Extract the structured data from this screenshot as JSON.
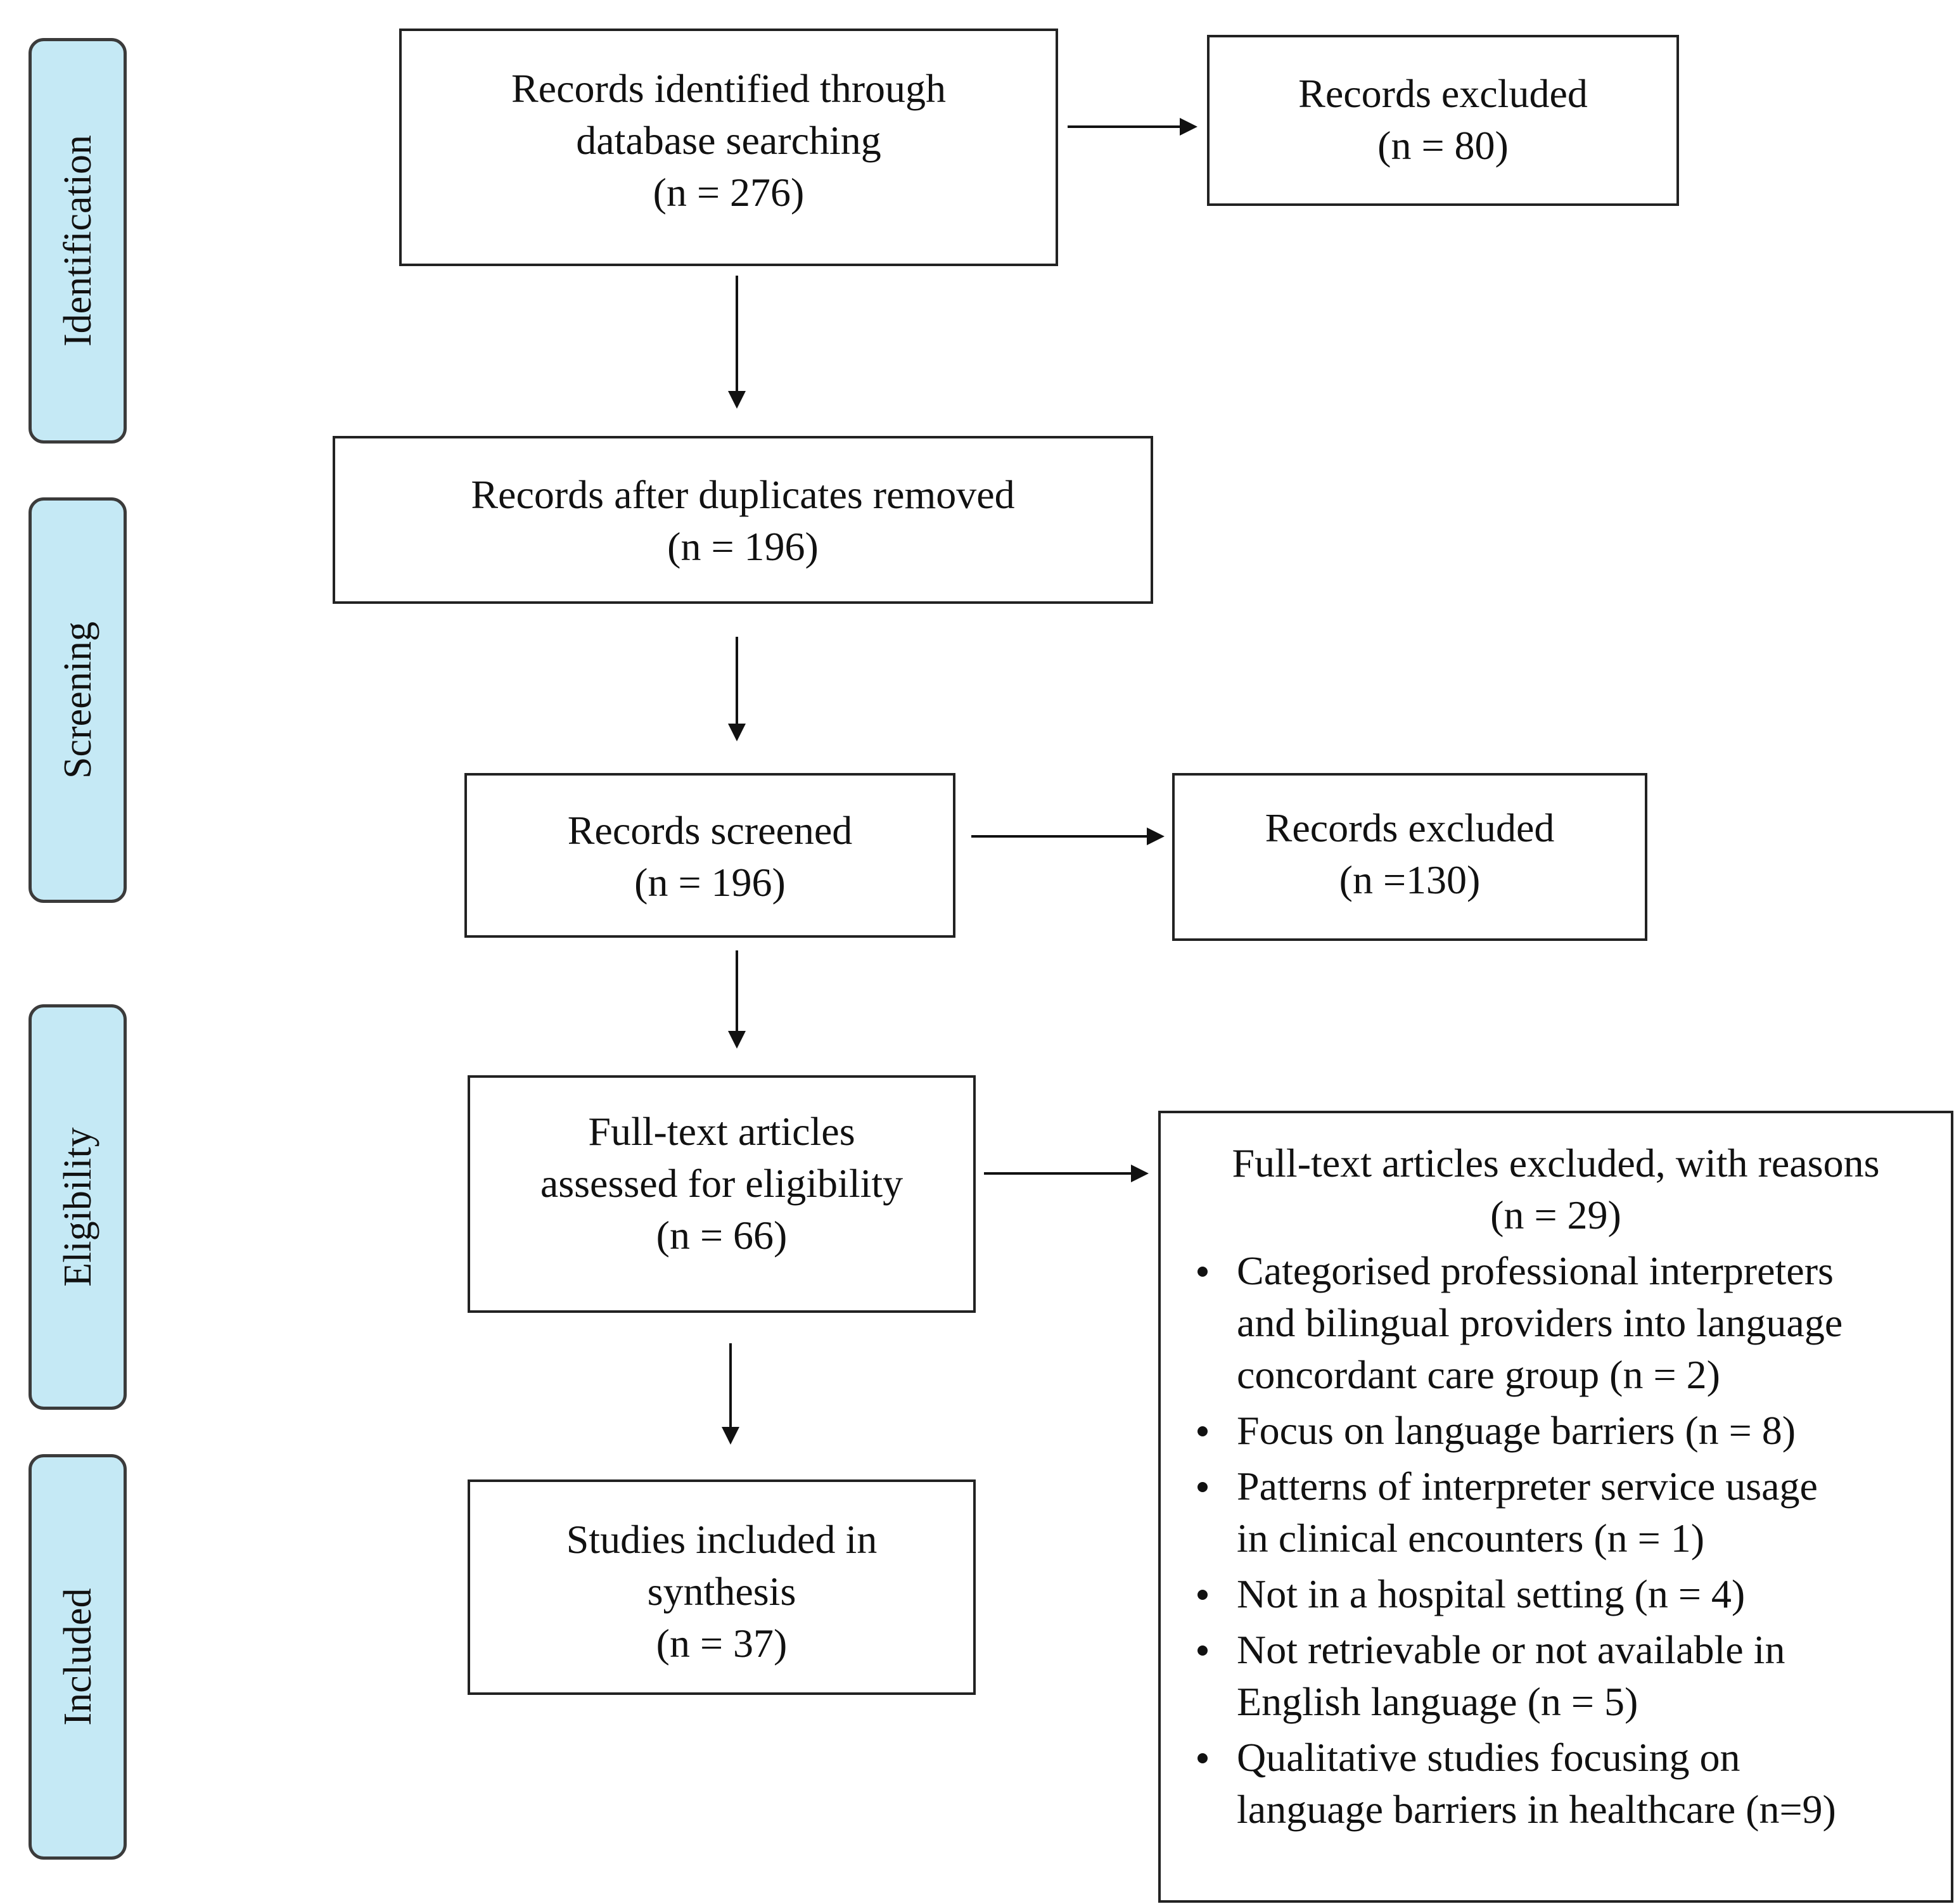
{
  "phases": {
    "identification": "Identification",
    "screening": "Screening",
    "eligibility": "Eligibility",
    "included": "Included"
  },
  "boxes": {
    "identified": {
      "line1": "Records identified through",
      "line2": "database searching",
      "count": "(n = 276)"
    },
    "excluded_initial": {
      "line1": "Records excluded",
      "count": "(n = 80)"
    },
    "deduplicated": {
      "line1": "Records after duplicates removed",
      "count": "(n = 196)"
    },
    "screened": {
      "line1": "Records screened",
      "count": "(n = 196)"
    },
    "excluded_screening": {
      "line1": "Records excluded",
      "count": "(n =130)"
    },
    "fulltext_assessed": {
      "line1": "Full-text articles",
      "line2": "assessed for eligibility",
      "count": "(n = 66)"
    },
    "included_synthesis": {
      "line1": "Studies included in",
      "line2": "synthesis",
      "count": "(n = 37)"
    },
    "fulltext_excluded": {
      "title": "Full-text articles excluded, with reasons",
      "count": "(n = 29)",
      "reasons": [
        {
          "line1": "Categorised professional interpreters",
          "line2": "and bilingual providers into language",
          "line3": "concordant care group (n = 2)"
        },
        {
          "line1": "Focus on language barriers (n = 8)"
        },
        {
          "line1": "Patterns of interpreter service usage",
          "line2": "in clinical encounters (n = 1)"
        },
        {
          "line1": "Not in a hospital setting (n = 4)"
        },
        {
          "line1": "Not retrievable or not available in",
          "line2": "English language (n = 5)"
        },
        {
          "line1": "Qualitative studies focusing on",
          "line2": "language barriers in healthcare (n=9)"
        }
      ]
    }
  }
}
